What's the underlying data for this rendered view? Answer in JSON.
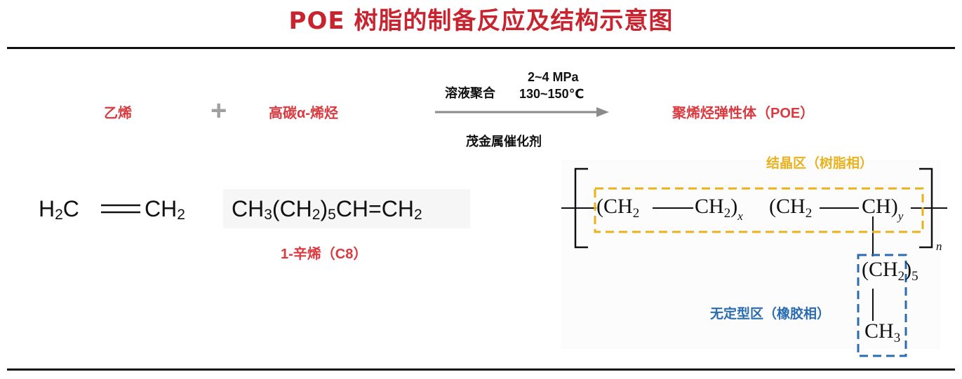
{
  "title": "POE 树脂的制备反应及结构示意图",
  "reaction": {
    "reactant1": "乙烯",
    "plus": "+",
    "reactant2": "高碳α-烯烃",
    "condition_left": "溶液聚合",
    "condition_pressure": "2~4 MPa",
    "condition_temperature": "130~150℃",
    "catalyst": "茂金属催化剂",
    "product": "聚烯烃弹性体（POE）"
  },
  "structures": {
    "ethylene_left": "H",
    "ethylene_sub": "2",
    "ethylene_c": "C",
    "ethylene_right_ch": "CH",
    "ethylene_right_sub": "2",
    "octene_formula": [
      "CH",
      "3",
      "(CH",
      "2",
      ")",
      "5",
      "CH=CH",
      "2"
    ],
    "octene_label": "1-辛烯（C8）"
  },
  "polymer": {
    "open_paren": "(",
    "ch": "CH",
    "sub2": "2",
    "close_paren": ")",
    "x": "x",
    "y": "y",
    "n": "n",
    "side_group": [
      "(CH",
      "2",
      ")",
      "5"
    ],
    "terminal": [
      "CH",
      "3"
    ],
    "crystalline_label": "结晶区（树脂相）",
    "amorphous_label": "无定型区（橡胶相）"
  },
  "colors": {
    "title": "#c8242f",
    "red_label": "#d9393f",
    "yellow_box": "#e9b21d",
    "blue_box": "#2b6cb0",
    "arrow": "#8a8a8a"
  }
}
